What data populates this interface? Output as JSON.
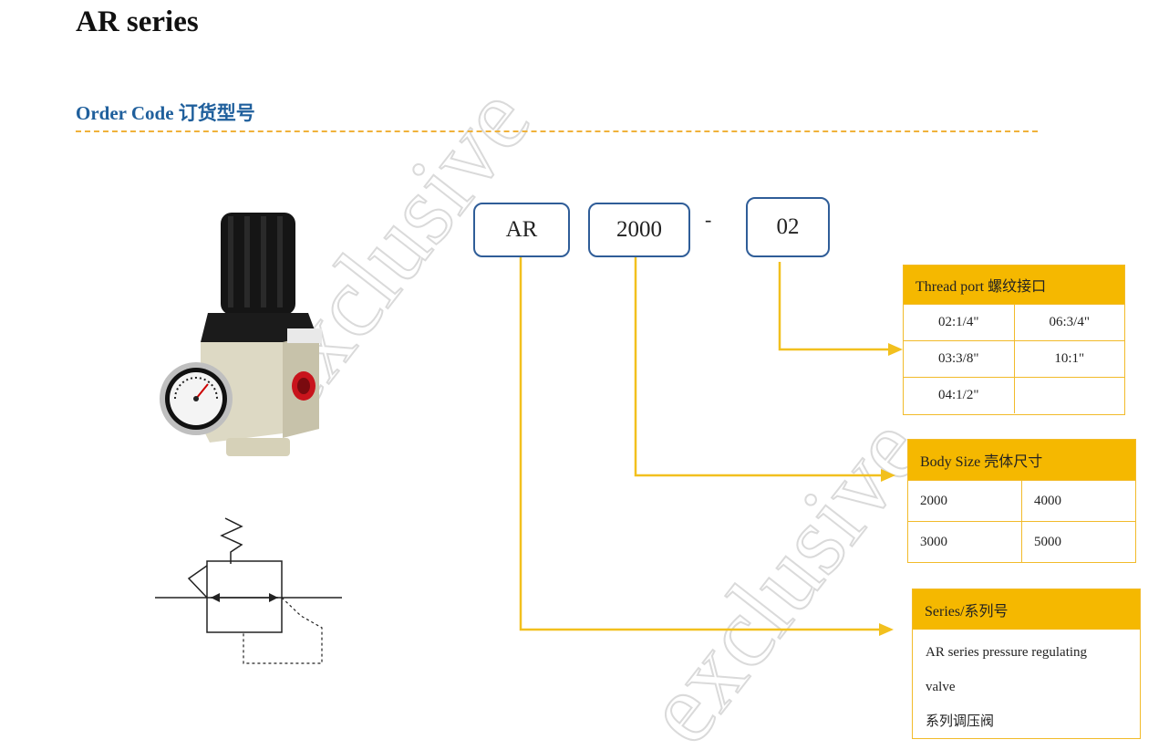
{
  "page": {
    "title": "AR series",
    "order_code_heading": "Order Code  订货型号"
  },
  "code_parts": {
    "series": "AR",
    "body_size": "2000",
    "separator": "-",
    "thread": "02"
  },
  "thread_table": {
    "header": "Thread port 螺纹接口",
    "rows": [
      [
        "02:1/4\"",
        "06:3/4\""
      ],
      [
        "03:3/8\"",
        "10:1\""
      ],
      [
        "04:1/2\"",
        ""
      ]
    ]
  },
  "body_size_table": {
    "header": "Body Size 壳体尺寸",
    "rows": [
      [
        "2000",
        "4000"
      ],
      [
        "3000",
        "5000"
      ]
    ]
  },
  "series_table": {
    "header": "Series/系列号",
    "line1": "AR series pressure regulating",
    "line2": "valve",
    "line3": "系列调压阀"
  },
  "watermark": {
    "text": "exclusive",
    "color": "#d9d9d9"
  },
  "colors": {
    "accent_yellow": "#f5b800",
    "connector": "#f2c01e",
    "code_border": "#2f5d98",
    "heading_blue": "#1f5f9c"
  },
  "icons": {
    "product": "pressure-regulator-photo",
    "schematic": "pressure-regulator-symbol"
  }
}
